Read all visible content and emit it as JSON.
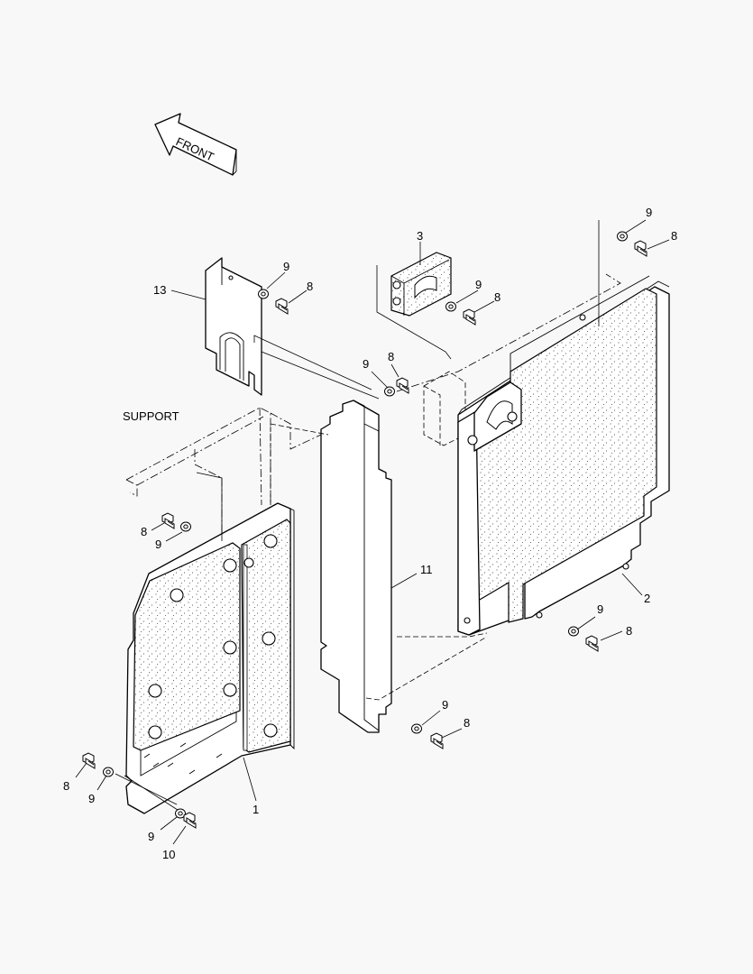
{
  "labels": {
    "front": "FRONT",
    "support": "SUPPORT",
    "callouts": {
      "p1": "1",
      "p2": "2",
      "p3": "3",
      "p10": "10",
      "p11": "11",
      "p13": "13",
      "n8a": "8",
      "n8b": "8",
      "n8c": "8",
      "n8d": "8",
      "n8e": "8",
      "n8f": "8",
      "n8g": "8",
      "n8h": "8",
      "n9a": "9",
      "n9b": "9",
      "n9c": "9",
      "n9d": "9",
      "n9e": "9",
      "n9f": "9",
      "n9g": "9",
      "n9h": "9",
      "n9i": "9"
    }
  }
}
